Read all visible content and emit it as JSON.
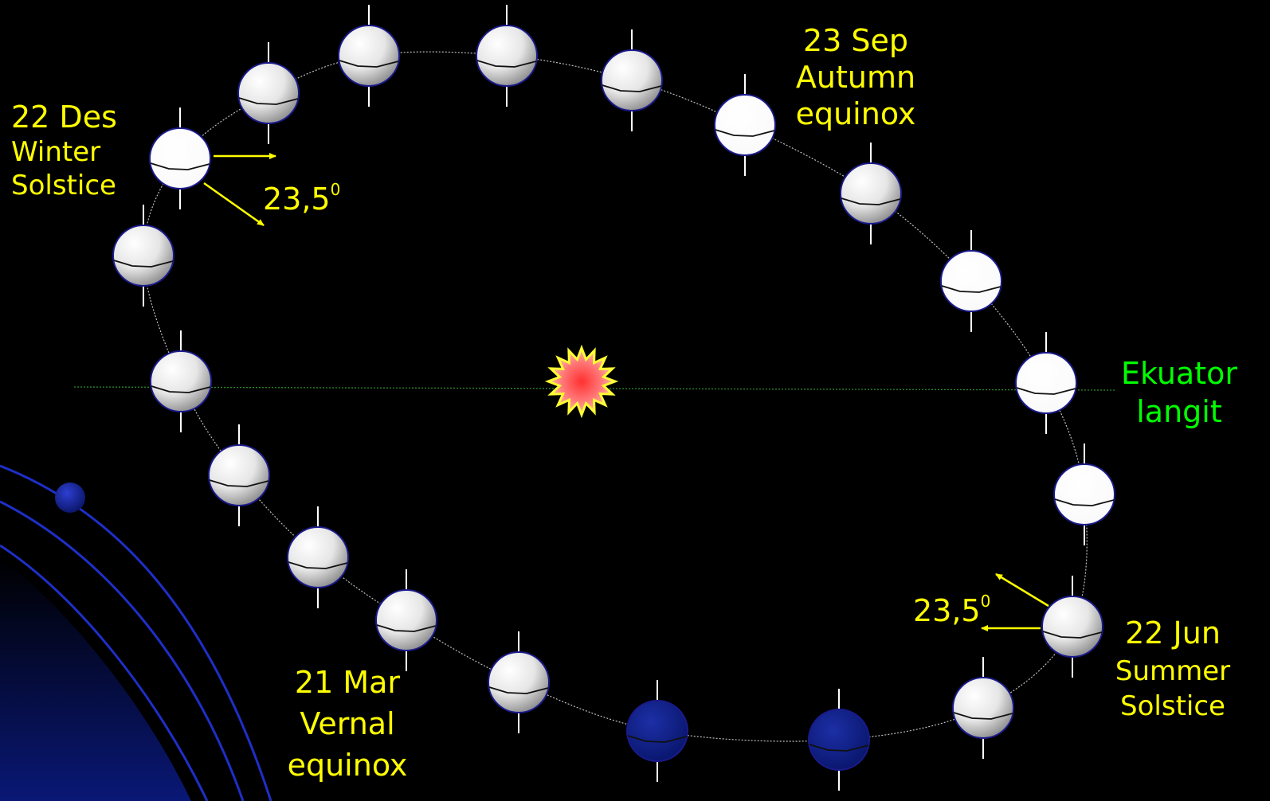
{
  "colors": {
    "background": "#000000",
    "label": "#FFFF00",
    "equator_label": "#00FF00",
    "earth_light": "#FFFFFF",
    "earth_shaded": "#9A9A9A",
    "earth_night": "#0A1F7A",
    "earth_outline": "#1A1A8C",
    "orbit": "#BFBFBF",
    "equator_line": "#2E8B2E",
    "sun_outer": "#FFFF33",
    "sun_inner": "#FF3B3B",
    "corner_decoration": "#1E2FC8"
  },
  "labels": {
    "winter": {
      "date": "22 Des",
      "line1": "Winter",
      "line2": "Solstice"
    },
    "autumn": {
      "date": "23 Sep",
      "line1": "Autumn",
      "line2": "equinox"
    },
    "vernal": {
      "date": "21 Mar",
      "line1": "Vernal",
      "line2": "equinox"
    },
    "summer": {
      "date": "22 Jun",
      "line1": "Summer",
      "line2": "Solstice"
    },
    "equator": {
      "line1": "Ekuator",
      "line2": "langit"
    },
    "tilt_top": {
      "value": "23,5",
      "sup": "0"
    },
    "tilt_bottom": {
      "value": "23,5",
      "sup": "0"
    }
  },
  "icons": {
    "sun": "sun-icon",
    "earth": "earth-globe-icon"
  }
}
